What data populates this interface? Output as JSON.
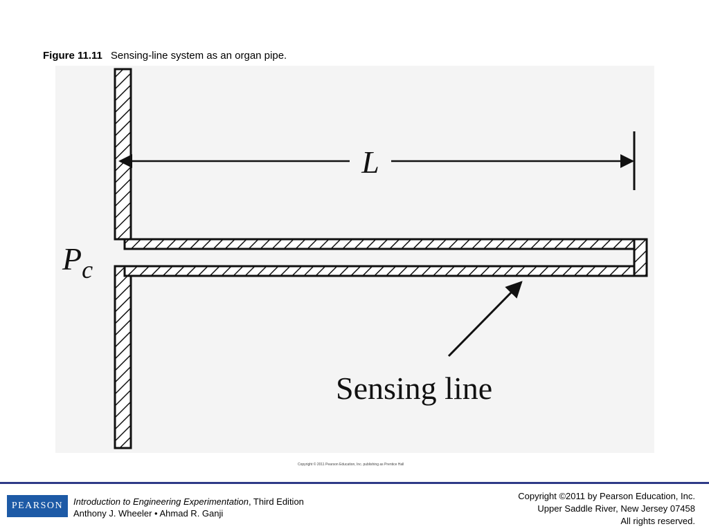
{
  "caption": {
    "figure_number": "Figure 11.11",
    "text": "Sensing-line system as an organ pipe."
  },
  "diagram": {
    "length_label": "L",
    "pressure_label_main": "P",
    "pressure_label_sub": "c",
    "sensing_line_label": "Sensing line"
  },
  "figure_copyright": "Copyright © 2011 Pearson Education, Inc. publishing as Prentice Hall",
  "footer": {
    "logo_text": "PEARSON",
    "book_title": "Introduction to Engineering Experimentation",
    "edition": ", Third Edition",
    "authors": "Anthony J. Wheeler • Ahmad R. Ganji",
    "copyright_line1": "Copyright ©2011 by Pearson Education, Inc.",
    "copyright_line2": "Upper Saddle River, New Jersey 07458",
    "copyright_line3": "All rights reserved."
  },
  "colors": {
    "footer_rule": "#2e3a87",
    "logo_background": "#1d5aa6",
    "figure_background": "#f4f4f4"
  }
}
